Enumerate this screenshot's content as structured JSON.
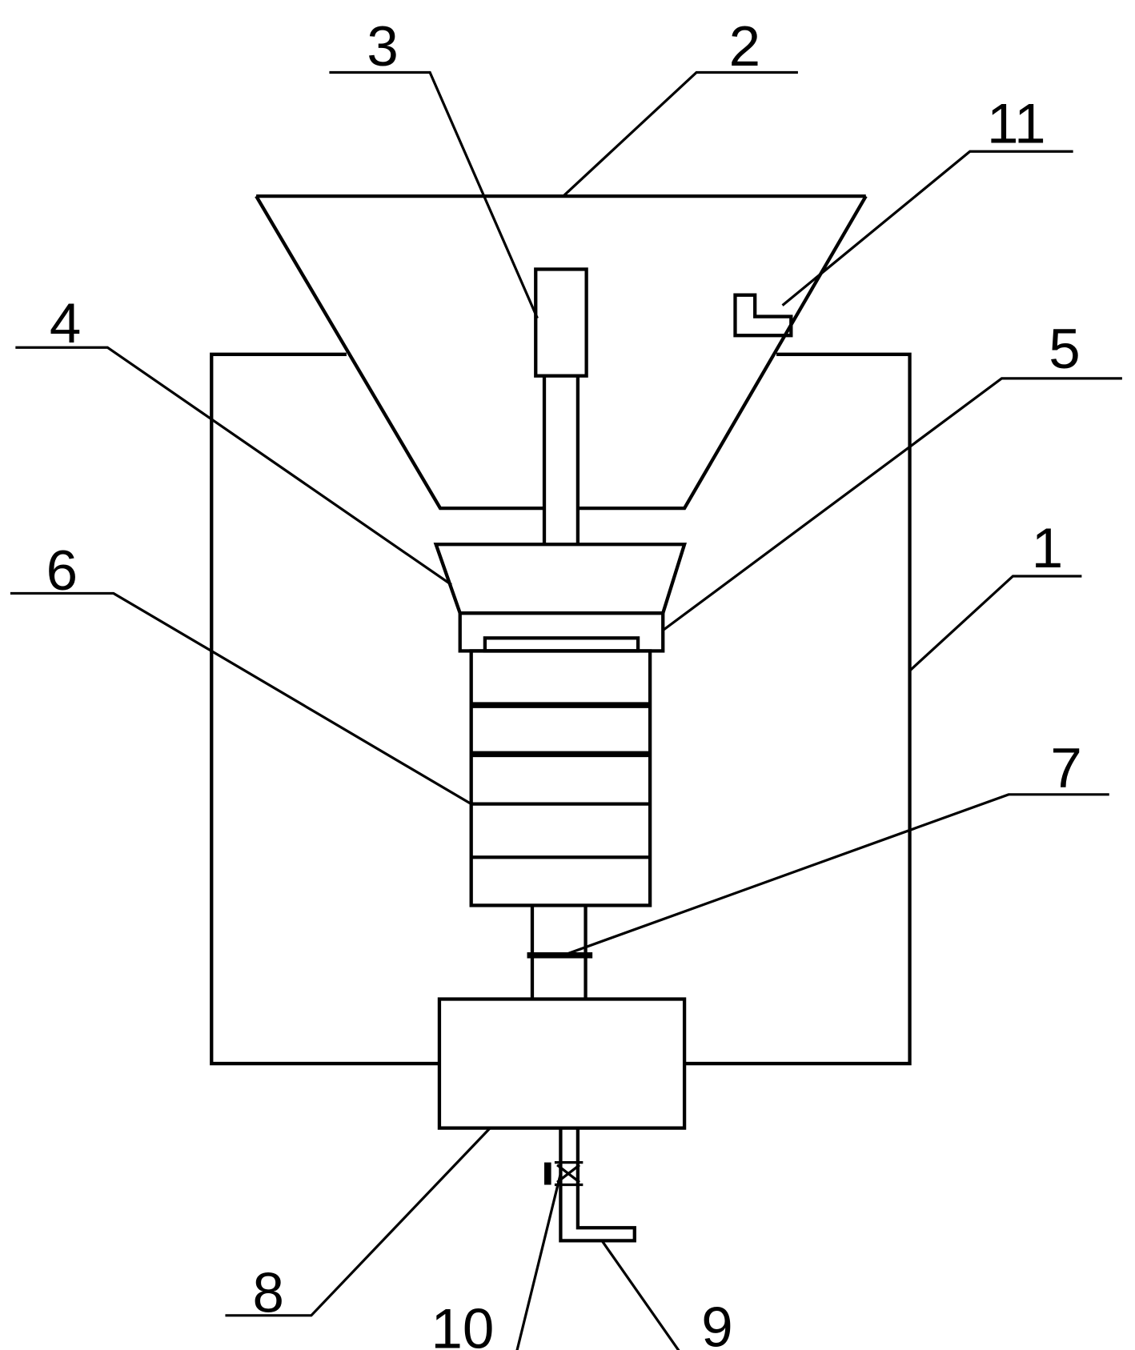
{
  "figure": {
    "labels": {
      "body": "1",
      "hopper": "2",
      "rod": "3",
      "funnel": "4",
      "ring": "5",
      "stack": "6",
      "band": "7",
      "base": "8",
      "pipe": "9",
      "valve": "10",
      "bracket": "11"
    }
  }
}
